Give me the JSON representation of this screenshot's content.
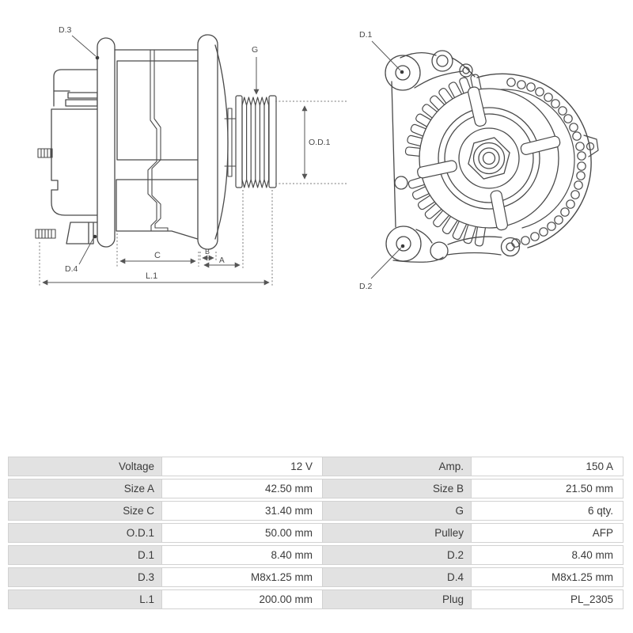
{
  "diagram": {
    "side": {
      "d3": "D.3",
      "d4": "D.4",
      "g": "G",
      "od1": "O.D.1",
      "c": "C",
      "b": "B",
      "a": "A",
      "l1": "L.1"
    },
    "front": {
      "d1": "D.1",
      "d2": "D.2"
    }
  },
  "table": {
    "rows": [
      {
        "l1": "Voltage",
        "v1": "12 V",
        "l2": "Amp.",
        "v2": "150 A"
      },
      {
        "l1": "Size A",
        "v1": "42.50 mm",
        "l2": "Size B",
        "v2": "21.50 mm"
      },
      {
        "l1": "Size C",
        "v1": "31.40 mm",
        "l2": "G",
        "v2": "6 qty."
      },
      {
        "l1": "O.D.1",
        "v1": "50.00 mm",
        "l2": "Pulley",
        "v2": "AFP"
      },
      {
        "l1": "D.1",
        "v1": "8.40 mm",
        "l2": "D.2",
        "v2": "8.40 mm"
      },
      {
        "l1": "D.3",
        "v1": "M8x1.25 mm",
        "l2": "D.4",
        "v2": "M8x1.25 mm"
      },
      {
        "l1": "L.1",
        "v1": "200.00 mm",
        "l2": "Plug",
        "v2": "PL_2305"
      }
    ]
  },
  "colors": {
    "drawing_line": "#4a4a4a",
    "dimension_line": "#555555",
    "table_label_bg": "#e2e2e2",
    "table_value_bg": "#ffffff",
    "table_border": "#d2d2d2",
    "text": "#3b3b3b",
    "background": "#ffffff"
  }
}
